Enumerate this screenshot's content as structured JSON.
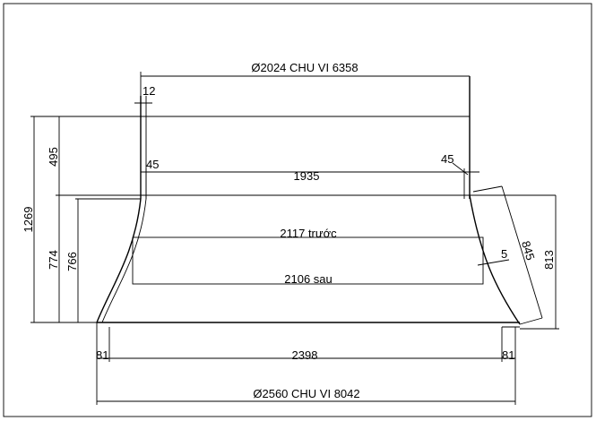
{
  "dimensions": {
    "top_diameter": "Ø2024 CHU VI 6358",
    "top_wall": "12",
    "total_height": "1269",
    "upper_height": "495",
    "left_offset": "45",
    "top_span": "1935",
    "right_offset": "45",
    "front_width": "2117 trước",
    "lower_front_height": "774",
    "lower_back_height": "766",
    "right_offset_small": "5",
    "slant_length": "845",
    "right_height": "813",
    "back_width": "2106 sau",
    "bottom_left_offset": "81",
    "bottom_span": "2398",
    "bottom_right_offset": "81",
    "bottom_diameter": "Ø2560 CHU VI 8042"
  }
}
